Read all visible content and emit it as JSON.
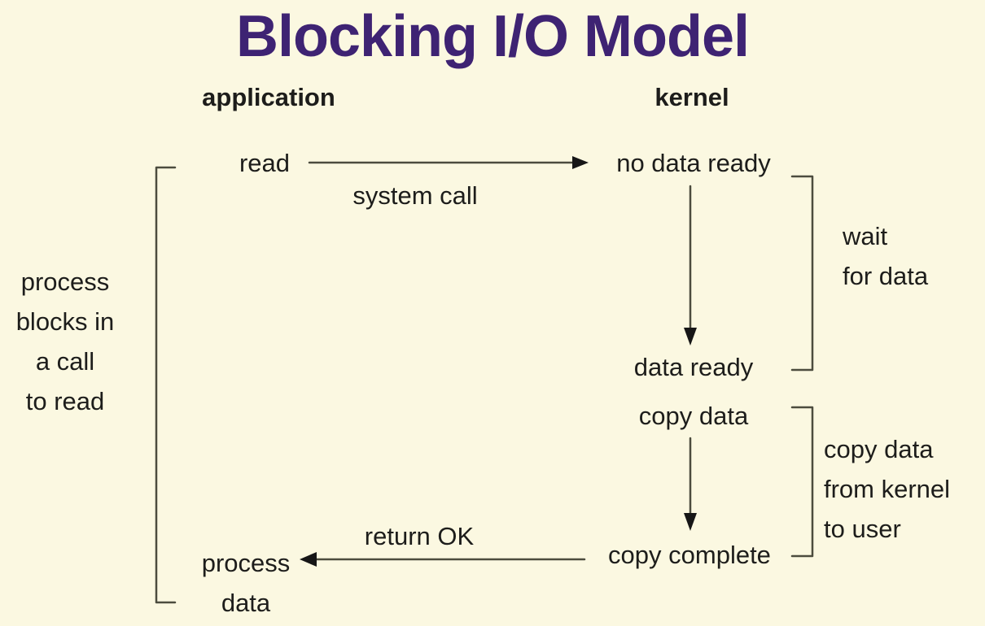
{
  "title": "Blocking I/O Model",
  "columns": {
    "application": "application",
    "kernel": "kernel"
  },
  "nodes": {
    "read": "read",
    "no_data_ready": "no data ready",
    "data_ready": "data ready",
    "copy_data": "copy data",
    "copy_complete": "copy complete",
    "process_data": "process\ndata"
  },
  "edge_labels": {
    "system_call": "system call",
    "return_ok": "return OK"
  },
  "annotations": {
    "left_note": "process\nblocks in\na call\nto read",
    "wait_note": "wait\nfor data",
    "copy_note": "copy data\nfrom kernel\nto user"
  },
  "colors": {
    "background": "#fbf8e1",
    "title": "#3e2373",
    "text": "#1d1d1b",
    "line": "#4c4c3e",
    "arrowhead": "#161616"
  }
}
